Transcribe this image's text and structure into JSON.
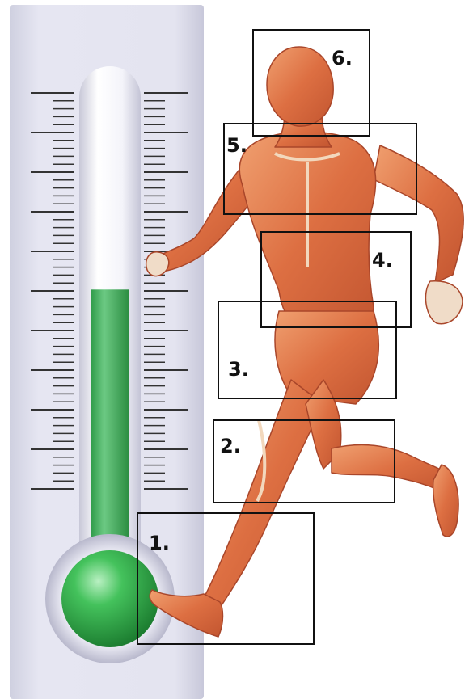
{
  "thermometer": {
    "fill_level": 0.58,
    "fill_color": "#3cb35a",
    "bulb_color": "#2fb34a",
    "panel_color": "#dcdcea",
    "tube_color": "#eeeef6"
  },
  "figure": {
    "skin_color": "#e07a4c",
    "muscle_color": "#d8653a",
    "tendon_color": "#f2d8bd"
  },
  "boxes": [
    {
      "label": "1."
    },
    {
      "label": "2."
    },
    {
      "label": "3."
    },
    {
      "label": "4."
    },
    {
      "label": "5."
    },
    {
      "label": "6."
    }
  ]
}
